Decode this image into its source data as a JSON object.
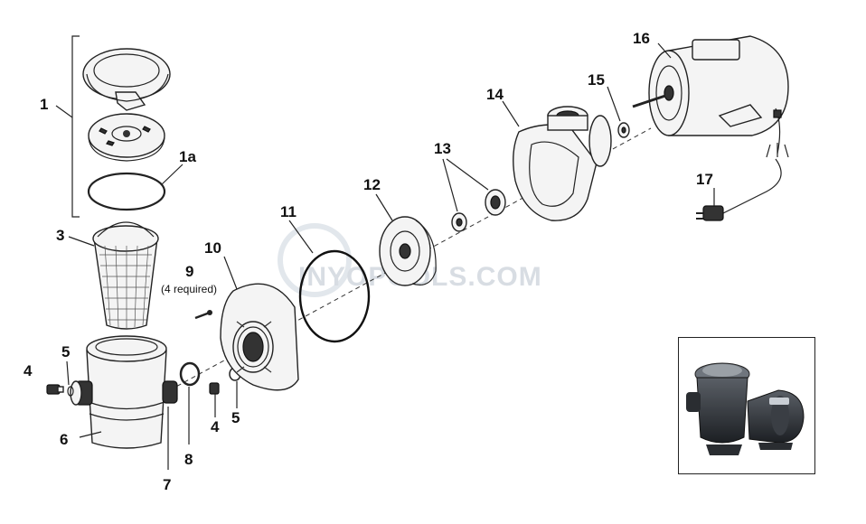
{
  "watermark": "INYOPOOLS.COM",
  "callouts": {
    "c1": "1",
    "c1a": "1a",
    "c3": "3",
    "c4_left": "4",
    "c5_left": "5",
    "c6": "6",
    "c7": "7",
    "c8": "8",
    "c4_mid": "4",
    "c5_mid": "5",
    "c9": "9",
    "c9_note": "(4 required)",
    "c10": "10",
    "c11": "11",
    "c12": "12",
    "c13": "13",
    "c14": "14",
    "c15": "15",
    "c16": "16",
    "c17": "17"
  },
  "photo_icon": "pump-photo-icon"
}
